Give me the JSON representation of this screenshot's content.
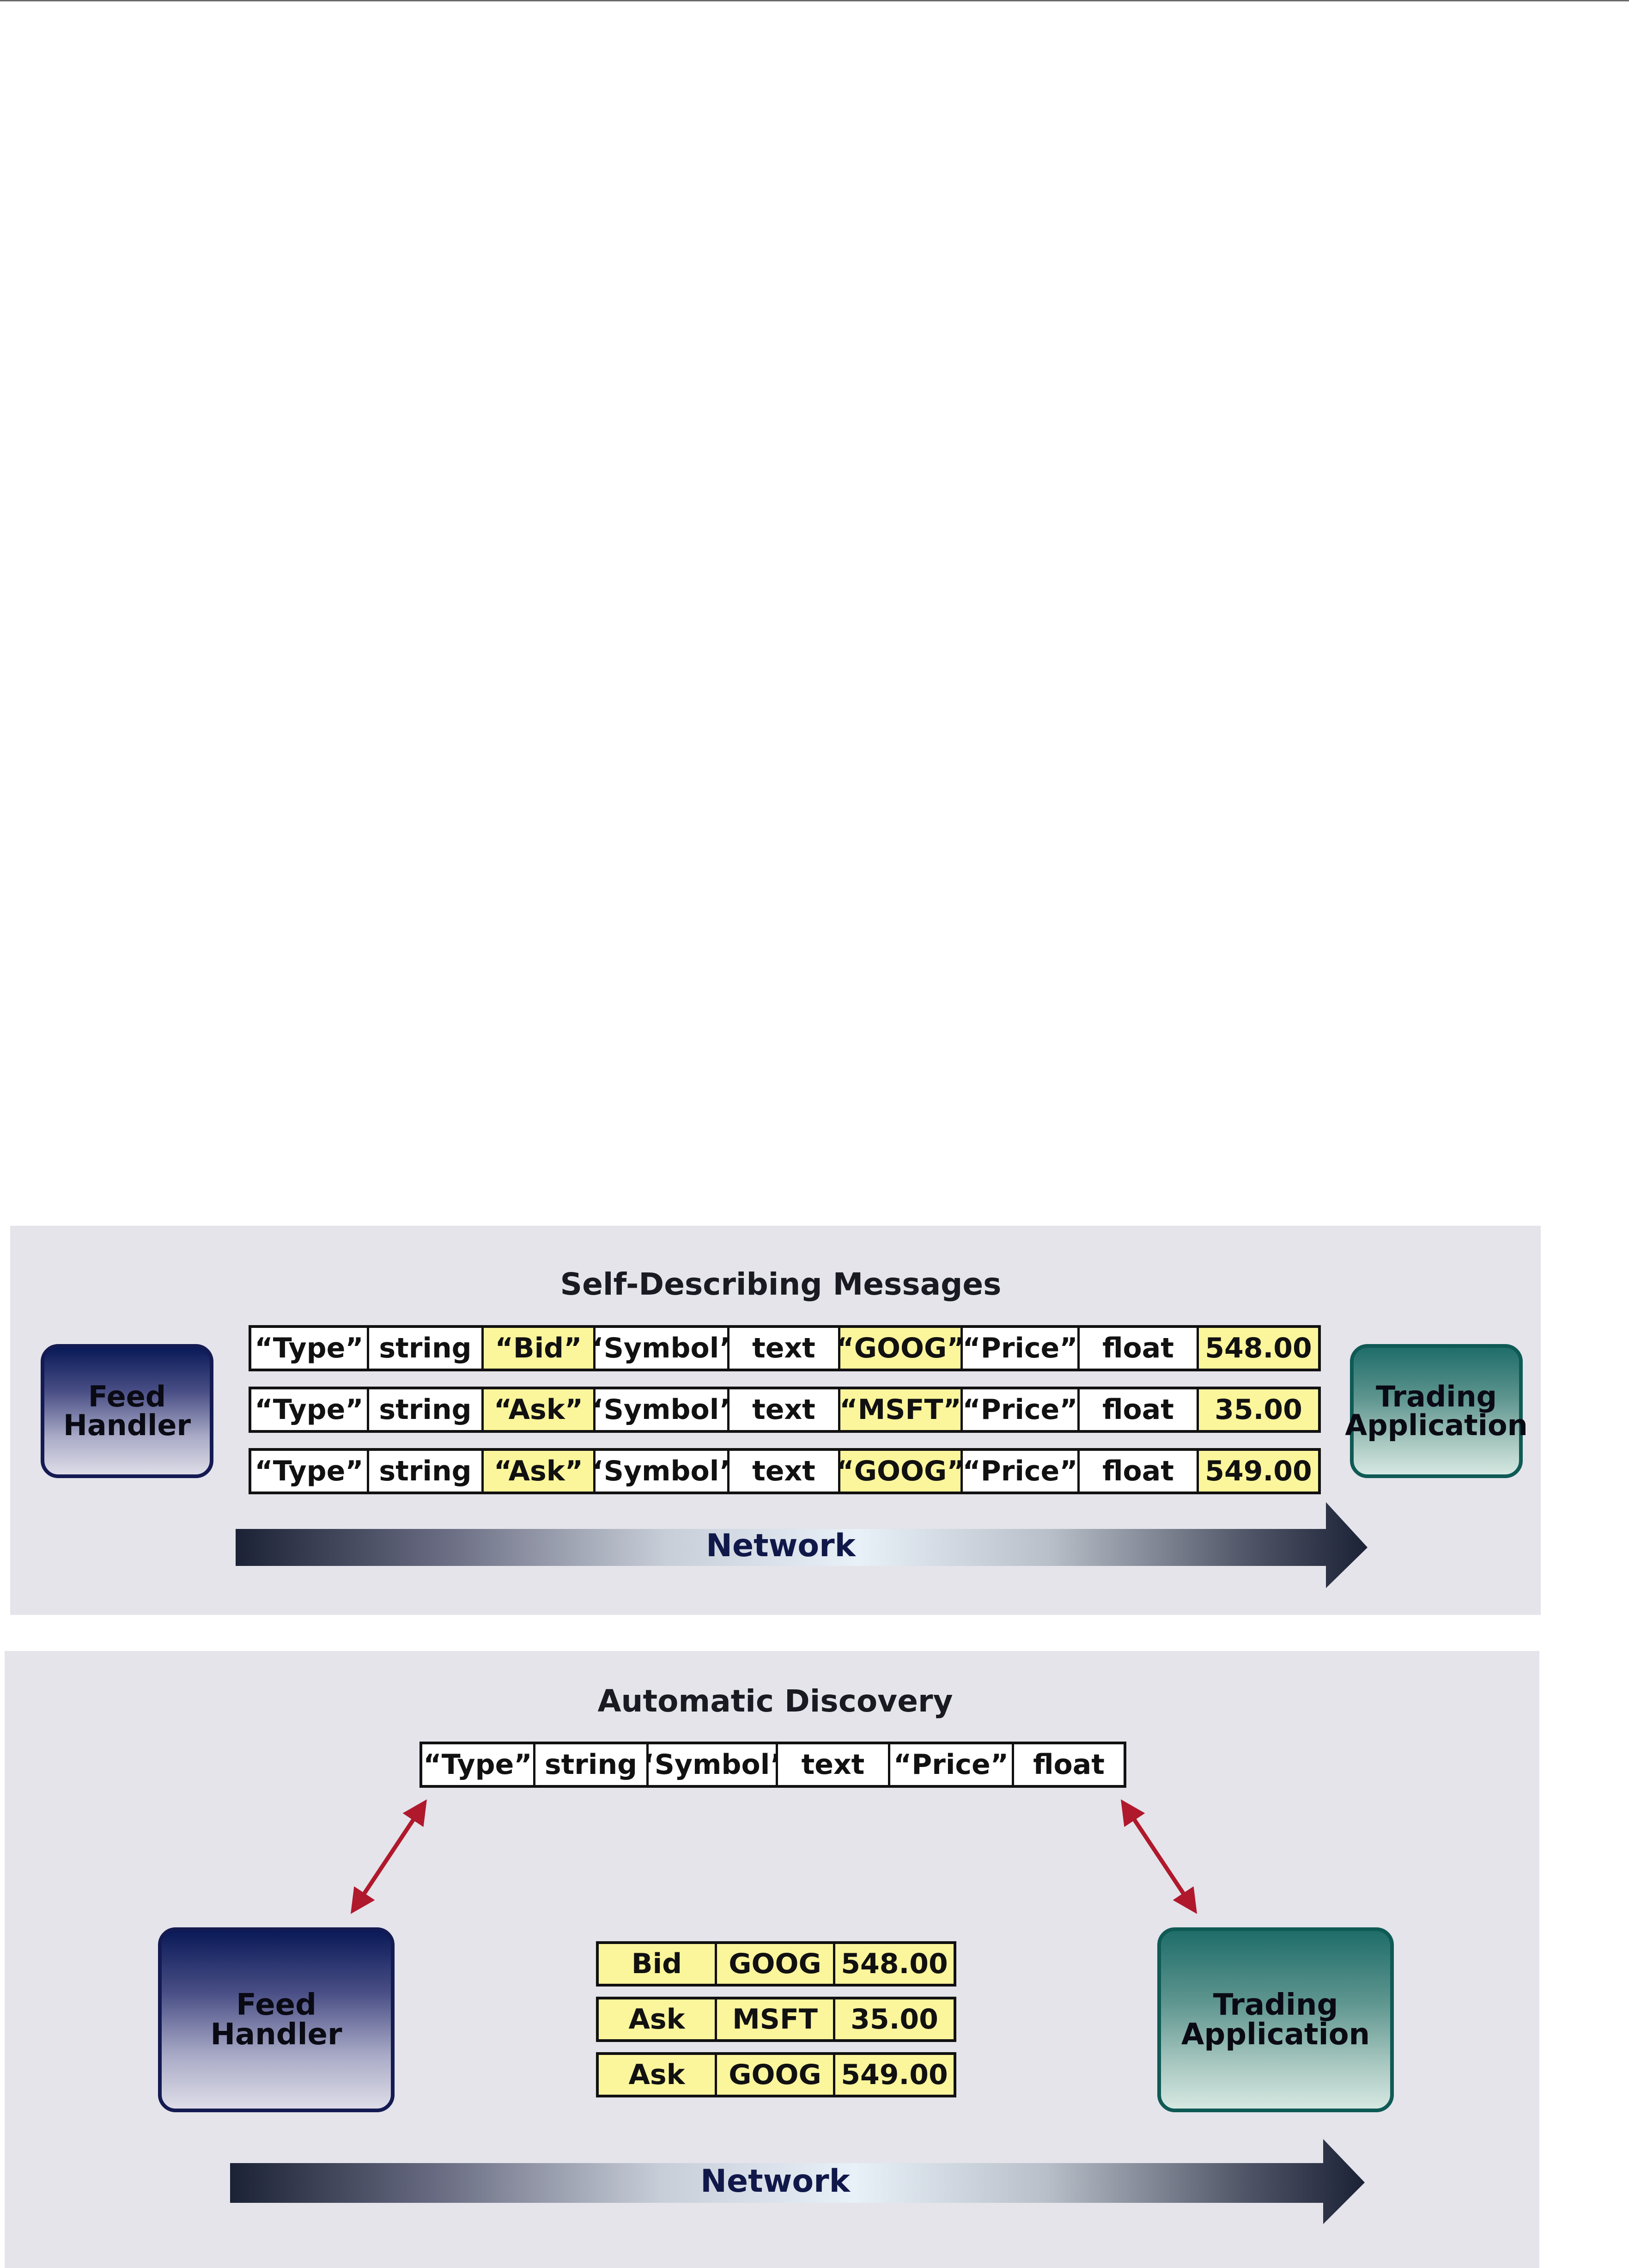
{
  "colors": {
    "panel_bg": "#e4e4ea",
    "highlight": "#fbf59c",
    "feed_handler": "#0a1a58",
    "trading_app": "#1f6d6a",
    "network_dark": "#1c2236",
    "network_light": "#e8f0f8",
    "double_arrow": "#b0182c"
  },
  "self_describing": {
    "title": "Self-Describing Messages",
    "feed_handler": {
      "line1": "Feed",
      "line2": "Handler"
    },
    "trading_app": {
      "line1": "Trading",
      "line2": "Application"
    },
    "network_label": "Network",
    "rows": [
      [
        {
          "text": "“Type”",
          "highlight": false
        },
        {
          "text": "string",
          "highlight": false
        },
        {
          "text": "“Bid”",
          "highlight": true
        },
        {
          "text": "“Symbol”",
          "highlight": false
        },
        {
          "text": "text",
          "highlight": false
        },
        {
          "text": "“GOOG”",
          "highlight": true
        },
        {
          "text": "“Price”",
          "highlight": false
        },
        {
          "text": "float",
          "highlight": false
        },
        {
          "text": "548.00",
          "highlight": true
        }
      ],
      [
        {
          "text": "“Type”",
          "highlight": false
        },
        {
          "text": "string",
          "highlight": false
        },
        {
          "text": "“Ask”",
          "highlight": true
        },
        {
          "text": "“Symbol”",
          "highlight": false
        },
        {
          "text": "text",
          "highlight": false
        },
        {
          "text": "“MSFT”",
          "highlight": true
        },
        {
          "text": "“Price”",
          "highlight": false
        },
        {
          "text": "float",
          "highlight": false
        },
        {
          "text": "35.00",
          "highlight": true
        }
      ],
      [
        {
          "text": "“Type”",
          "highlight": false
        },
        {
          "text": "string",
          "highlight": false
        },
        {
          "text": "“Ask”",
          "highlight": true
        },
        {
          "text": "“Symbol”",
          "highlight": false
        },
        {
          "text": "text",
          "highlight": false
        },
        {
          "text": "“GOOG”",
          "highlight": true
        },
        {
          "text": "“Price”",
          "highlight": false
        },
        {
          "text": "float",
          "highlight": false
        },
        {
          "text": "549.00",
          "highlight": true
        }
      ]
    ]
  },
  "automatic_discovery": {
    "title": "Automatic Discovery",
    "schema": [
      "“Type”",
      "string",
      "“Symbol”",
      "text",
      "“Price”",
      "float"
    ],
    "feed_handler": {
      "line1": "Feed",
      "line2": "Handler"
    },
    "trading_app": {
      "line1": "Trading",
      "line2": "Application"
    },
    "network_label": "Network",
    "rows": [
      [
        "Bid",
        "GOOG",
        "548.00"
      ],
      [
        "Ask",
        "MSFT",
        "35.00"
      ],
      [
        "Ask",
        "GOOG",
        "549.00"
      ]
    ]
  }
}
